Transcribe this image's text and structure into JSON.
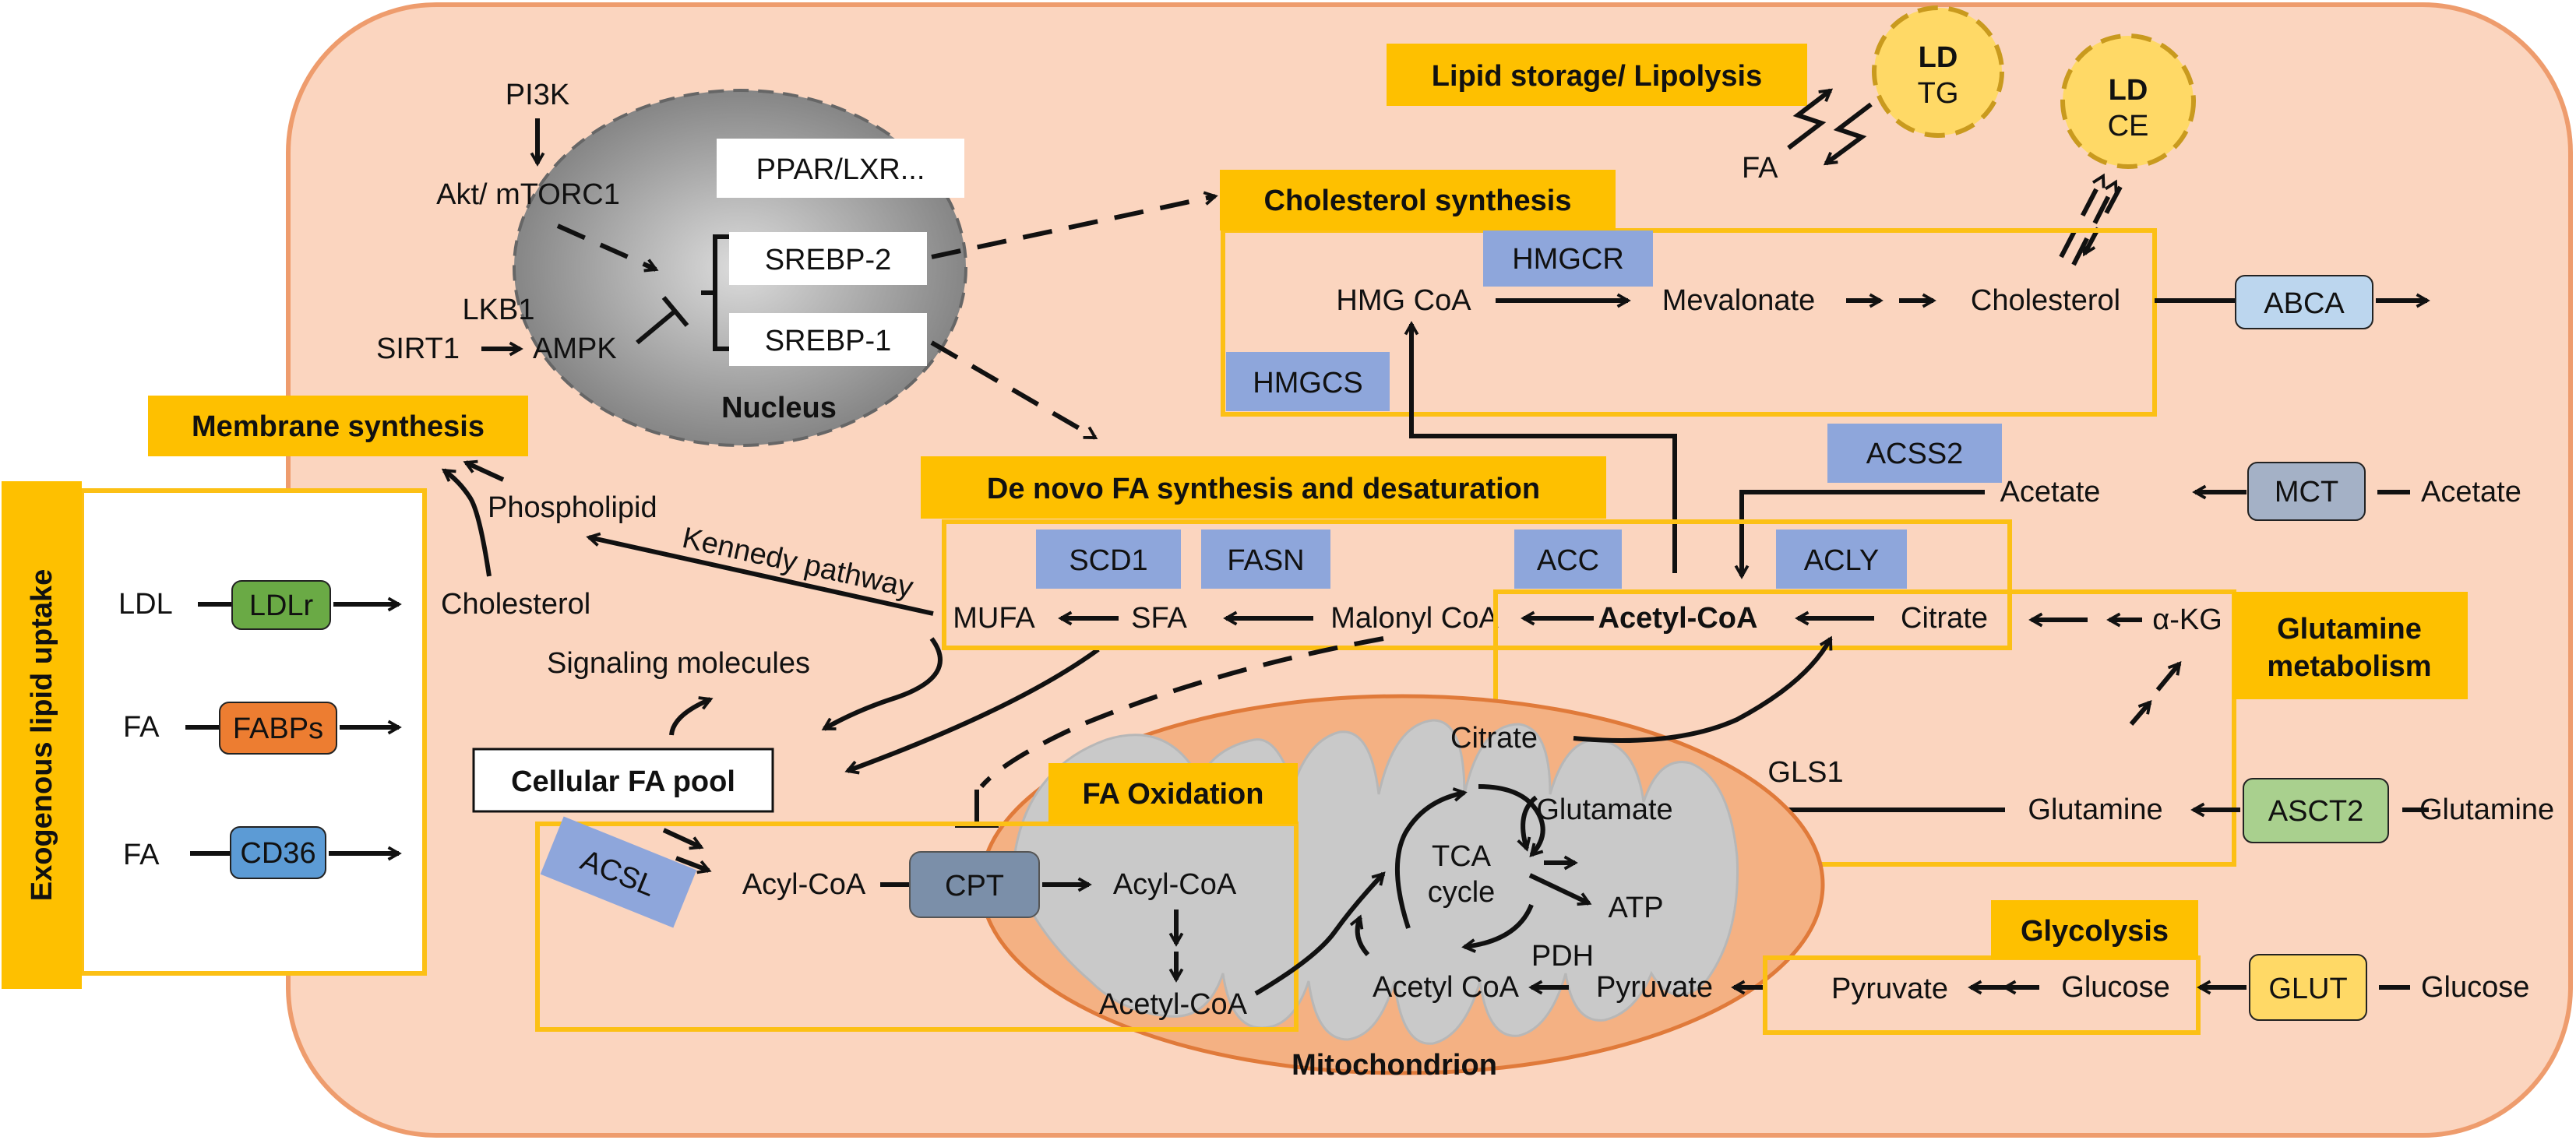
{
  "labels": {
    "exogenous": "Exogenous lipid uptake",
    "membrane": "Membrane synthesis",
    "lipid_storage": "Lipid storage/ Lipolysis",
    "cholesterol_synthesis": "Cholesterol synthesis",
    "de_novo": "De novo FA synthesis and desaturation",
    "glutamine_metabolism": "Glutamine metabolism",
    "glycolysis": "Glycolysis",
    "fa_oxidation": "FA Oxidation",
    "cellular_fa_pool": "Cellular FA pool",
    "nucleus": "Nucleus",
    "mitochondrion": "Mitochondrion"
  },
  "nucleus": {
    "ppar": "PPAR/LXR...",
    "srebp2": "SREBP-2",
    "srebp1": "SREBP-1"
  },
  "signaling": {
    "pi3k": "PI3K",
    "akt": "Akt/ mTORC1",
    "lkb1": "LKB1",
    "sirt1": "SIRT1",
    "ampk": "AMPK"
  },
  "enzymes": {
    "hmgcr": "HMGCR",
    "hmgcs": "HMGCS",
    "acss2": "ACSS2",
    "scd1": "SCD1",
    "fasn": "FASN",
    "acc": "ACC",
    "acly": "ACLY",
    "acsl": "ACSL",
    "cpt": "CPT",
    "abca": "ABCA",
    "mct": "MCT",
    "asct2": "ASCT2",
    "glut": "GLUT",
    "ldlr": "LDLr",
    "fabps": "FABPs",
    "cd36": "CD36"
  },
  "metabolites": {
    "ld1_title": "LD",
    "ld1_sub": "TG",
    "ld2_title": "LD",
    "ld2_sub": "CE",
    "fa_top": "FA",
    "hmg_coa": "HMG CoA",
    "mevalonate": "Mevalonate",
    "cholesterol_right": "Cholesterol",
    "acetate_in": "Acetate",
    "acetate_out": "Acetate",
    "mufa": "MUFA",
    "sfa": "SFA",
    "malonyl_coa": "Malonyl CoA",
    "acetyl_coa": "Acetyl-CoA",
    "citrate_cyt": "Citrate",
    "akg": "α-KG",
    "phospholipid": "Phospholipid",
    "cholesterol_left": "Cholesterol",
    "kennedy": "Kennedy pathway",
    "signaling_molecules": "Signaling molecules",
    "ldl": "LDL",
    "fa1": "FA",
    "fa2": "FA",
    "acyl_coa_1": "Acyl-CoA",
    "acyl_coa_2": "Acyl-CoA",
    "acetyl_coa_mito": "Acetyl-CoA",
    "citrate_mito": "Citrate",
    "tca_line1": "TCA",
    "tca_line2": "cycle",
    "glutamate": "Glutamate",
    "gls1": "GLS1",
    "glutamine_in": "Glutamine",
    "glutamine_out": "Glutamine",
    "atp": "ATP",
    "pdh": "PDH",
    "acetyl_coa_2": "Acetyl CoA",
    "pyruvate_mito": "Pyruvate",
    "pyruvate_cyt": "Pyruvate",
    "glucose_in": "Glucose",
    "glucose_out": "Glucose"
  },
  "colors": {
    "cell_fill": "#fbd5bf",
    "cell_border": "#ee9c6d",
    "label_yellow": "#fec000",
    "box_outline": "#fcc015",
    "enzyme_blue": "#8ea6db",
    "abca_blue": "#bcd6ee",
    "mct_gray": "#a4b1c6",
    "asct2_green": "#a9d08e",
    "glut_yellow": "#ffd966",
    "ldlr_green": "#6aaa45",
    "fabps_orange": "#ed7d31",
    "cd36_blue": "#5c9bd5",
    "cpt_gray": "#7b8fa9",
    "mito_fill": "#f4b183",
    "mito_border": "#e07a3a",
    "ld_fill": "#ffd966",
    "ld_border": "#c99a1e",
    "nucleus_gray": "#8c8c8c"
  }
}
